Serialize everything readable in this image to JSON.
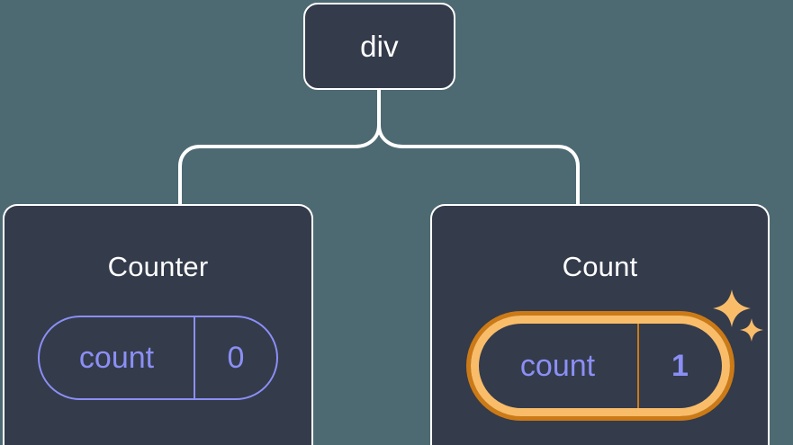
{
  "diagram": {
    "type": "component-tree",
    "background_color": "#4d6a72",
    "node_fill_color": "#343b4b",
    "node_border_color": "#ffffff",
    "accent_color": "#8b8ff5",
    "highlight_inner_color": "#f9bd6a",
    "highlight_outer_color": "#cc7a16",
    "root": {
      "title": "div"
    },
    "children": [
      {
        "title": "Counter",
        "state": {
          "key": "count",
          "value": "0",
          "highlighted": false
        }
      },
      {
        "title": "Count",
        "state": {
          "key": "count",
          "value": "1",
          "highlighted": true
        },
        "sparkles": [
          {
            "name": "sparkle-large-icon"
          },
          {
            "name": "sparkle-small-icon"
          }
        ]
      }
    ]
  }
}
